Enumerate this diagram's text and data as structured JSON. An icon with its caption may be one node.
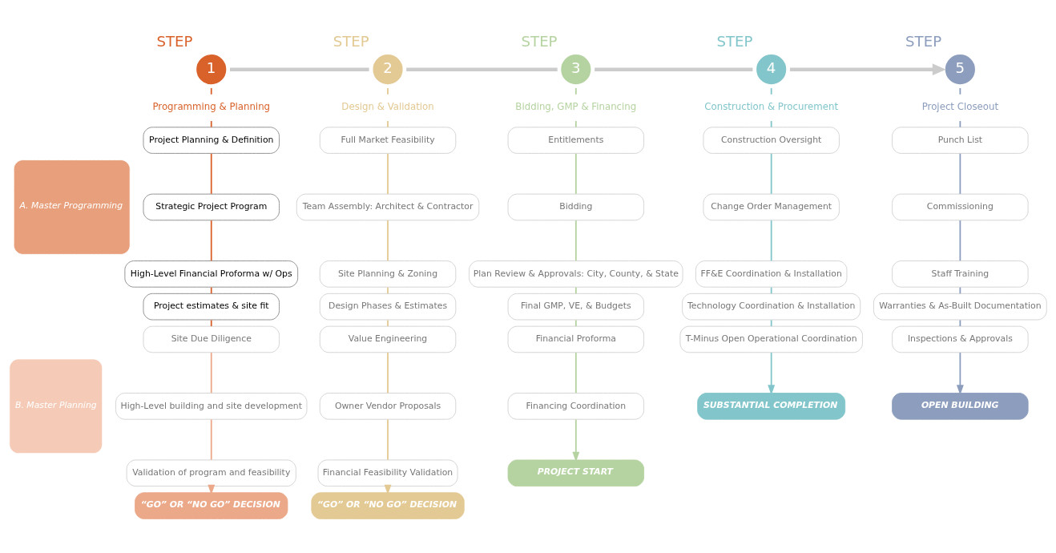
{
  "diagram": {
    "nodes": [
      {
        "text": [
          "A. Master Programming"
        ]
      },
      {
        "text": [
          "B. Master Planning"
        ]
      },
      {
        "text": [
          "1"
        ],
        "beside": [
          "STEP"
        ]
      },
      {
        "text": [
          "Programming & Planning"
        ]
      },
      {
        "text": [
          "Project Planning & Definition"
        ]
      },
      {
        "text": [
          "Strategic Project Program"
        ]
      },
      {
        "text": [
          "High-Level Financial Proforma w/ Ops"
        ]
      },
      {
        "text": [
          "Project estimates & site fit"
        ]
      },
      {
        "text": [
          "Site Due Diligence"
        ]
      },
      {
        "text": [
          "High-Level building and site development"
        ]
      },
      {
        "text": [
          "Validation of program and feasibility"
        ]
      },
      {
        "text": [
          "“GO” OR “NO GO” DECISION"
        ]
      },
      {
        "text": [
          "2"
        ],
        "beside": [
          "STEP"
        ]
      },
      {
        "text": [
          "Design & Validation"
        ]
      },
      {
        "text": [
          "Full Market Feasibility"
        ]
      },
      {
        "text": [
          "Team Assembly: Architect & Contractor"
        ]
      },
      {
        "text": [
          "Site Planning & Zoning"
        ]
      },
      {
        "text": [
          "Design Phases & Estimates"
        ]
      },
      {
        "text": [
          "Value Engineering"
        ]
      },
      {
        "text": [
          "Owner Vendor Proposals"
        ]
      },
      {
        "text": [
          "Financial Feasibility Validation"
        ]
      },
      {
        "text": [
          "“GO” OR “NO GO” DECISION"
        ]
      },
      {
        "text": [
          "3"
        ],
        "beside": [
          "STEP"
        ]
      },
      {
        "text": [
          "Bidding, GMP & Financing"
        ]
      },
      {
        "text": [
          "Entitlements"
        ]
      },
      {
        "text": [
          "Bidding"
        ]
      },
      {
        "text": [
          "Plan Review & Approvals: City, County, & State"
        ]
      },
      {
        "text": [
          "Final GMP, VE, & Budgets"
        ]
      },
      {
        "text": [
          "Financial Proforma"
        ]
      },
      {
        "text": [
          "Financing Coordination"
        ]
      },
      {
        "text": [
          "PROJECT START"
        ]
      },
      {
        "text": [
          "4"
        ],
        "beside": [
          "STEP"
        ]
      },
      {
        "text": [
          "Construction & Procurement"
        ]
      },
      {
        "text": [
          "Construction Oversight"
        ]
      },
      {
        "text": [
          "Change Order Management"
        ]
      },
      {
        "text": [
          "FF&E Coordination & Installation"
        ]
      },
      {
        "text": [
          "Technology Coordination & Installation"
        ]
      },
      {
        "text": [
          "T-Minus Open Operational Coordination"
        ]
      },
      {
        "text": [
          "SUBSTANTIAL COMPLETION"
        ]
      },
      {
        "text": [
          "5"
        ],
        "beside": [
          "STEP"
        ]
      },
      {
        "text": [
          "Project Closeout"
        ]
      },
      {
        "text": [
          "Punch List"
        ]
      },
      {
        "text": [
          "Commissioning"
        ]
      },
      {
        "text": [
          "Staff Training"
        ]
      },
      {
        "text": [
          "Warranties & As-Built Documentation"
        ]
      },
      {
        "text": [
          "Inspections & Approvals"
        ]
      },
      {
        "text": [
          "OPEN BUILDING"
        ]
      }
    ],
    "edges": [
      {
        "from": 2,
        "to": 12,
        "arrow": "none",
        "style": "thick",
        "color": "#cccccc"
      },
      {
        "from": 12,
        "to": 22,
        "arrow": "none",
        "style": "thick",
        "color": "#cccccc"
      },
      {
        "from": 22,
        "to": 31,
        "arrow": "none",
        "style": "thick",
        "color": "#cccccc"
      },
      {
        "from": 31,
        "to": 39,
        "arrow": "to",
        "style": "thick",
        "color": "#cccccc"
      },
      {
        "from": 2,
        "to": 3,
        "arrow": "none",
        "color": "#d9622b"
      },
      {
        "from": 3,
        "to": 4,
        "arrow": "none",
        "color": "#d9622b"
      },
      {
        "from": 4,
        "to": 5,
        "arrow": "none",
        "color": "#d9622b"
      },
      {
        "from": 5,
        "to": 6,
        "arrow": "none",
        "color": "#d9622b"
      },
      {
        "from": 6,
        "to": 7,
        "arrow": "none",
        "color": "#d9622b"
      },
      {
        "from": 7,
        "to": 8,
        "arrow": "none",
        "color": "#d9622b"
      },
      {
        "from": 8,
        "to": 9,
        "arrow": "none",
        "color": "#eba98a"
      },
      {
        "from": 9,
        "to": 10,
        "arrow": "none",
        "color": "#eba98a"
      },
      {
        "from": 10,
        "to": 11,
        "arrow": "to",
        "color": "#eba98a"
      },
      {
        "from": 12,
        "to": 13,
        "arrow": "none",
        "color": "#e3c993"
      },
      {
        "from": 13,
        "to": 14,
        "arrow": "none",
        "color": "#e3c993"
      },
      {
        "from": 14,
        "to": 15,
        "arrow": "none",
        "color": "#e3c993"
      },
      {
        "from": 15,
        "to": 16,
        "arrow": "none",
        "color": "#e3c993"
      },
      {
        "from": 16,
        "to": 17,
        "arrow": "none",
        "color": "#e3c993"
      },
      {
        "from": 17,
        "to": 18,
        "arrow": "none",
        "color": "#e3c993"
      },
      {
        "from": 18,
        "to": 19,
        "arrow": "none",
        "color": "#e3c993"
      },
      {
        "from": 19,
        "to": 20,
        "arrow": "none",
        "color": "#e3c993"
      },
      {
        "from": 20,
        "to": 21,
        "arrow": "to",
        "color": "#e3c993"
      },
      {
        "from": 22,
        "to": 23,
        "arrow": "none",
        "color": "#b5d3a0"
      },
      {
        "from": 23,
        "to": 24,
        "arrow": "none",
        "color": "#b5d3a0"
      },
      {
        "from": 24,
        "to": 25,
        "arrow": "none",
        "color": "#b5d3a0"
      },
      {
        "from": 25,
        "to": 26,
        "arrow": "none",
        "color": "#b5d3a0"
      },
      {
        "from": 26,
        "to": 27,
        "arrow": "none",
        "color": "#b5d3a0"
      },
      {
        "from": 27,
        "to": 28,
        "arrow": "none",
        "color": "#b5d3a0"
      },
      {
        "from": 28,
        "to": 29,
        "arrow": "none",
        "color": "#b5d3a0"
      },
      {
        "from": 29,
        "to": 30,
        "arrow": "to",
        "color": "#b5d3a0"
      },
      {
        "from": 31,
        "to": 32,
        "arrow": "none",
        "color": "#82c6cb"
      },
      {
        "from": 32,
        "to": 33,
        "arrow": "none",
        "color": "#82c6cb"
      },
      {
        "from": 33,
        "to": 34,
        "arrow": "none",
        "color": "#82c6cb"
      },
      {
        "from": 34,
        "to": 35,
        "arrow": "none",
        "color": "#82c6cb"
      },
      {
        "from": 35,
        "to": 36,
        "arrow": "none",
        "color": "#82c6cb"
      },
      {
        "from": 36,
        "to": 37,
        "arrow": "none",
        "color": "#82c6cb"
      },
      {
        "from": 37,
        "to": 38,
        "arrow": "to",
        "color": "#82c6cb"
      },
      {
        "from": 39,
        "to": 40,
        "arrow": "none",
        "color": "#8c9dbd"
      },
      {
        "from": 40,
        "to": 41,
        "arrow": "none",
        "color": "#8c9dbd"
      },
      {
        "from": 41,
        "to": 42,
        "arrow": "none",
        "color": "#8c9dbd"
      },
      {
        "from": 42,
        "to": 43,
        "arrow": "none",
        "color": "#8c9dbd"
      },
      {
        "from": 43,
        "to": 44,
        "arrow": "none",
        "color": "#8c9dbd"
      },
      {
        "from": 44,
        "to": 45,
        "arrow": "none",
        "color": "#8c9dbd"
      },
      {
        "from": 45,
        "to": 46,
        "arrow": "to",
        "color": "#8c9dbd"
      }
    ]
  }
}
